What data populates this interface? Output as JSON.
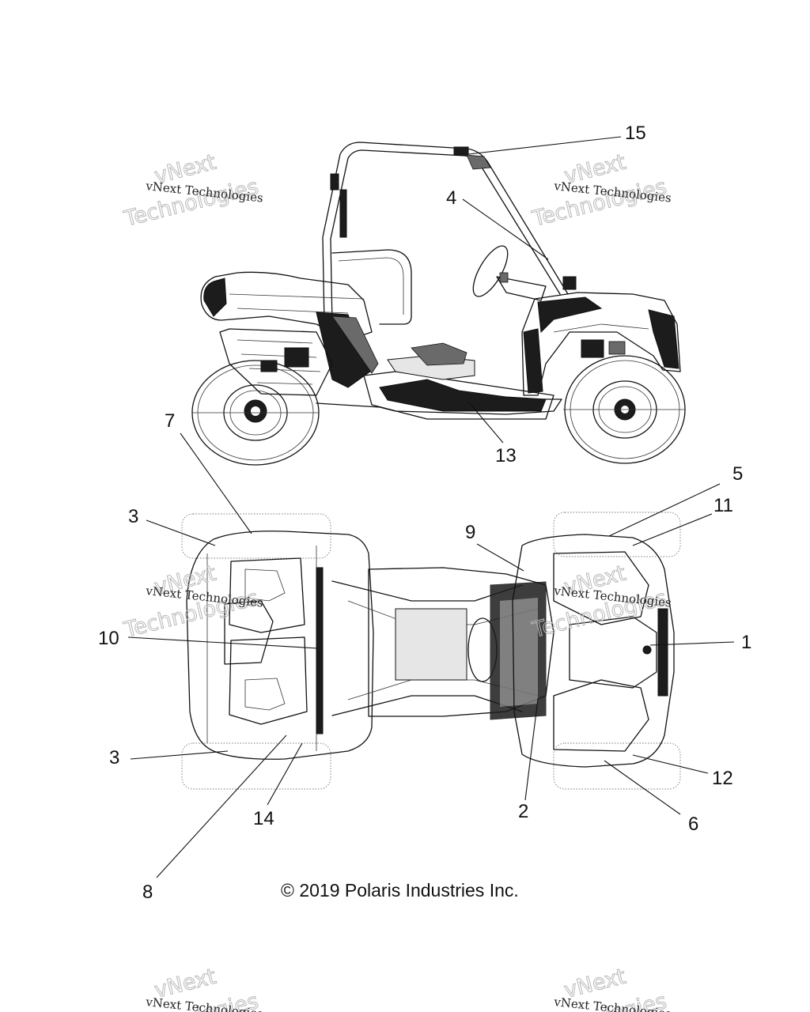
{
  "watermark": {
    "line_small": "vNext Technologies",
    "line_large_1": "vNext",
    "line_large_2": "Technologies"
  },
  "copyright": "© 2019 Polaris Industries Inc.",
  "callouts": [
    {
      "id": "15",
      "label": "15"
    },
    {
      "id": "4",
      "label": "4"
    },
    {
      "id": "7",
      "label": "7"
    },
    {
      "id": "13",
      "label": "13"
    },
    {
      "id": "5",
      "label": "5"
    },
    {
      "id": "11",
      "label": "11"
    },
    {
      "id": "3a",
      "label": "3"
    },
    {
      "id": "9",
      "label": "9"
    },
    {
      "id": "10",
      "label": "10"
    },
    {
      "id": "1",
      "label": "1"
    },
    {
      "id": "3b",
      "label": "3"
    },
    {
      "id": "12",
      "label": "12"
    },
    {
      "id": "14",
      "label": "14"
    },
    {
      "id": "2",
      "label": "2"
    },
    {
      "id": "6",
      "label": "6"
    },
    {
      "id": "8",
      "label": "8"
    }
  ]
}
